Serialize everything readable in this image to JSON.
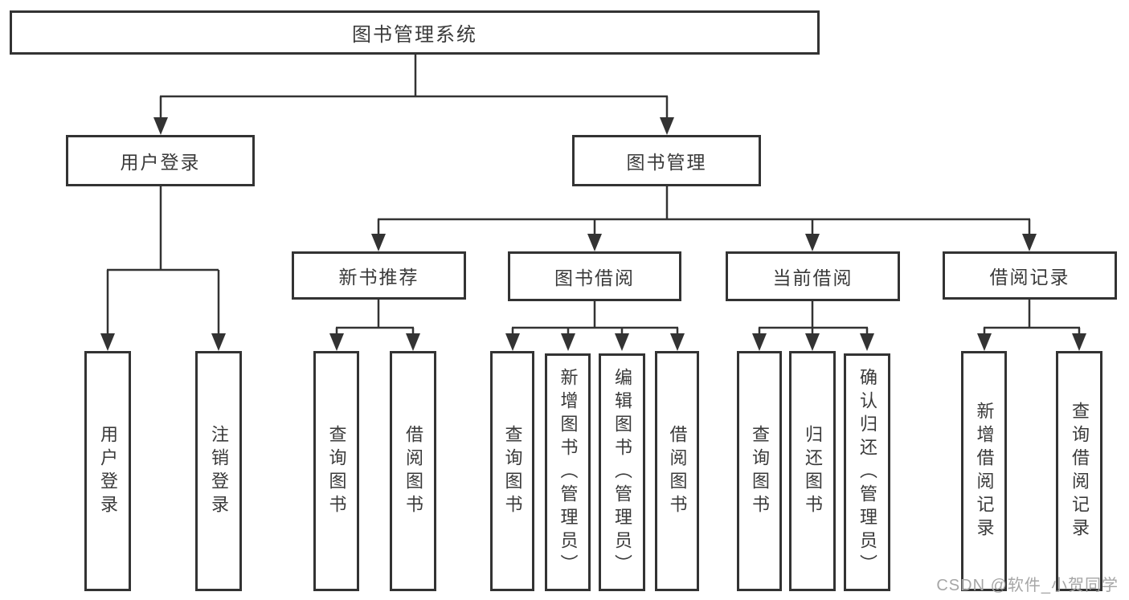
{
  "diagram": {
    "root": {
      "label": "图书管理系统"
    },
    "level2": [
      {
        "label": "用户登录",
        "parent": "图书管理系统"
      },
      {
        "label": "图书管理",
        "parent": "图书管理系统"
      }
    ],
    "level3": [
      {
        "label": "新书推荐",
        "parent": "图书管理"
      },
      {
        "label": "图书借阅",
        "parent": "图书管理"
      },
      {
        "label": "当前借阅",
        "parent": "图书管理"
      },
      {
        "label": "借阅记录",
        "parent": "图书管理"
      }
    ],
    "leaves": [
      {
        "label": "用户登录",
        "parent": "用户登录"
      },
      {
        "label": "注销登录",
        "parent": "用户登录"
      },
      {
        "label": "查询图书",
        "parent": "新书推荐"
      },
      {
        "label": "借阅图书",
        "parent": "新书推荐"
      },
      {
        "label": "查询图书",
        "parent": "图书借阅"
      },
      {
        "label": "新增图书（管理员）",
        "parent": "图书借阅"
      },
      {
        "label": "编辑图书（管理员）",
        "parent": "图书借阅"
      },
      {
        "label": "借阅图书",
        "parent": "图书借阅"
      },
      {
        "label": "查询图书",
        "parent": "当前借阅"
      },
      {
        "label": "归还图书",
        "parent": "当前借阅"
      },
      {
        "label": "确认归还（管理员）",
        "parent": "当前借阅"
      },
      {
        "label": "新增借阅记录",
        "parent": "借阅记录"
      },
      {
        "label": "查询借阅记录",
        "parent": "借阅记录"
      }
    ],
    "watermark": "CSDN @软件_小贺同学",
    "colors": {
      "line": "#333333",
      "node_border": "#333333",
      "node_background": "#ffffff",
      "text": "#3a3a3a",
      "watermark": "#a6a6a6",
      "page_background": "#ffffff"
    }
  }
}
